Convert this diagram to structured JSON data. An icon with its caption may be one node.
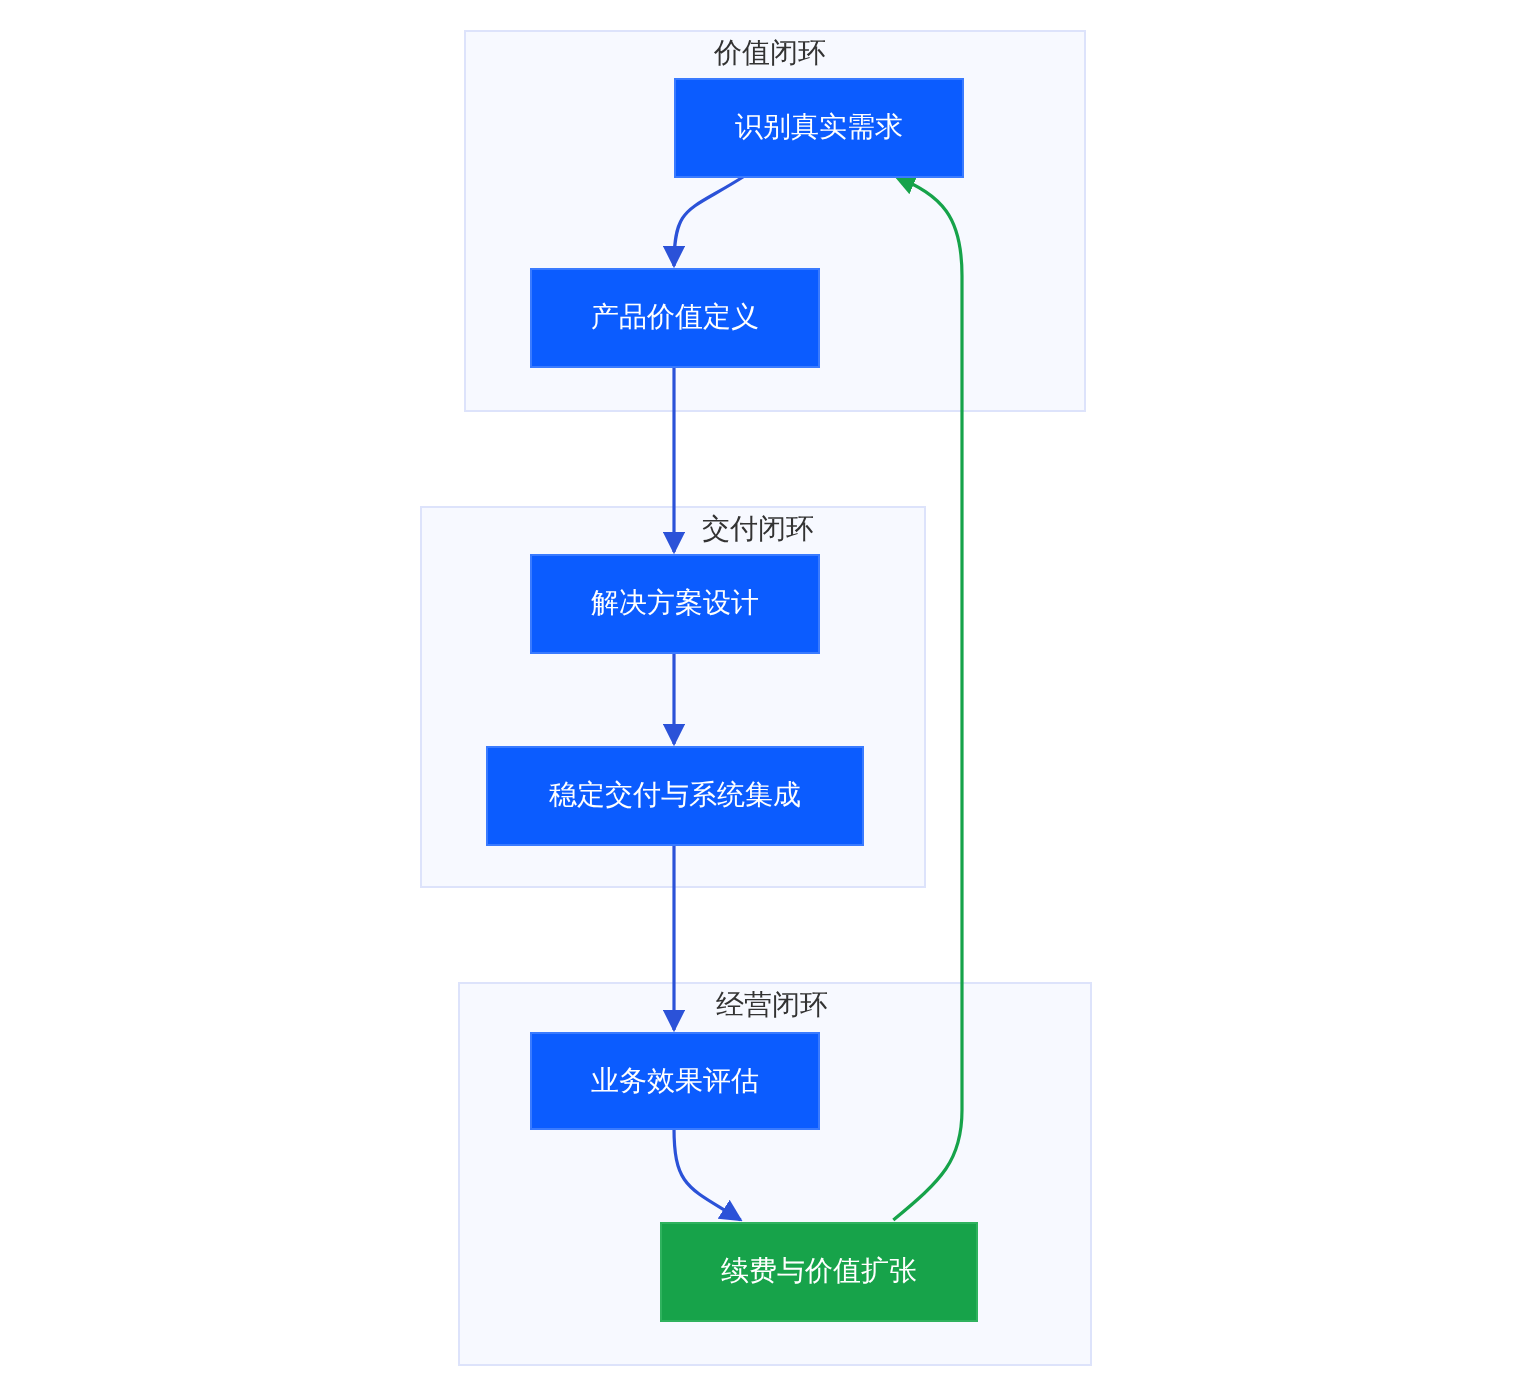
{
  "diagram": {
    "nodes": [
      {
        "text": [
          "价值闭环"
        ]
      },
      {
        "text": [
          "识别真实需求"
        ],
        "in": 0
      },
      {
        "text": [
          "产品价值定义"
        ],
        "in": 0
      },
      {
        "text": [
          "交付闭环"
        ]
      },
      {
        "text": [
          "解决方案设计"
        ],
        "in": 3
      },
      {
        "text": [
          "稳定交付与系统集成"
        ],
        "in": 3
      },
      {
        "text": [
          "经营闭环"
        ]
      },
      {
        "text": [
          "业务效果评估"
        ],
        "in": 6
      },
      {
        "text": [
          "续费与价值扩张"
        ],
        "in": 6
      }
    ],
    "edges": [
      {
        "from": 1,
        "to": 2,
        "arrow": "to"
      },
      {
        "from": 2,
        "to": 4,
        "arrow": "to"
      },
      {
        "from": 4,
        "to": 5,
        "arrow": "to"
      },
      {
        "from": 5,
        "to": 7,
        "arrow": "to"
      },
      {
        "from": 7,
        "to": 8,
        "arrow": "to"
      },
      {
        "from": 8,
        "to": 1,
        "arrow": "to",
        "color": "#16a34a"
      }
    ]
  }
}
